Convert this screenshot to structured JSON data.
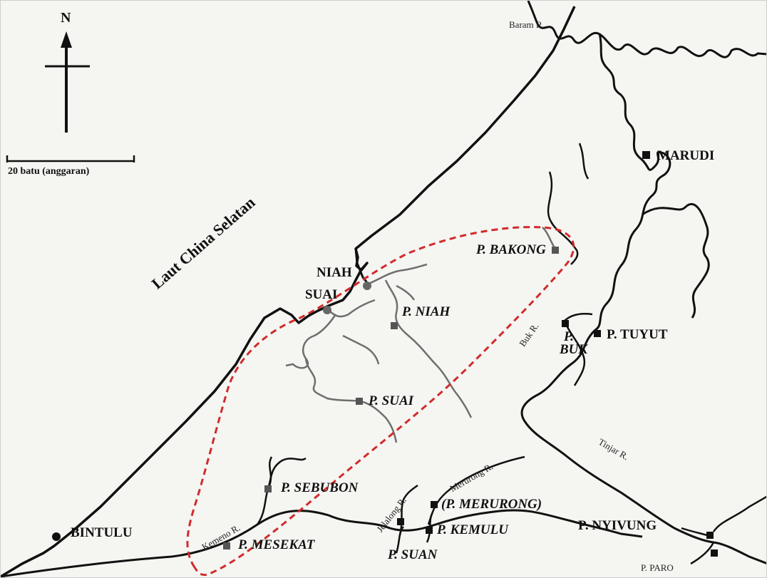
{
  "north_label": "N",
  "scale_label": "20 batu (anggaran)",
  "sea_label": "Laut China Selatan",
  "rivers": {
    "baram": "Baram R.",
    "buk": "Buk R.",
    "tinjar": "Tinjar R.",
    "merurong": "Merurong R.",
    "jelalong": "Jelalong R.",
    "kemeno": "Kemeno R."
  },
  "towns": {
    "marudi": "MARUDI",
    "niah": "NIAH",
    "suai": "SUAI",
    "bintulu": "BINTULU",
    "p_tuyut": "P. TUYUT",
    "p_nyivung": "P. NYIVUNG"
  },
  "places": {
    "p_bakong": "P. BAKONG",
    "p_niah": "P. NIAH",
    "p_buk_1": "P.",
    "p_buk_2": "BUK",
    "p_suai": "P. SUAI",
    "p_sebubon": "P. SEBUBON",
    "p_merurong": "(P. MERURONG)",
    "p_kemulu": "P. KEMULU",
    "p_suan": "P. SUAN",
    "p_mesekat": "P. MESEKAT"
  },
  "small_labels": {
    "p_paro": "P. PARO"
  },
  "colors": {
    "background": "#f5f5f2",
    "main_river": "#111111",
    "tributary": "#6e6e6e",
    "region_outline": "#d12b2b",
    "settlement_marker": "#555555"
  }
}
